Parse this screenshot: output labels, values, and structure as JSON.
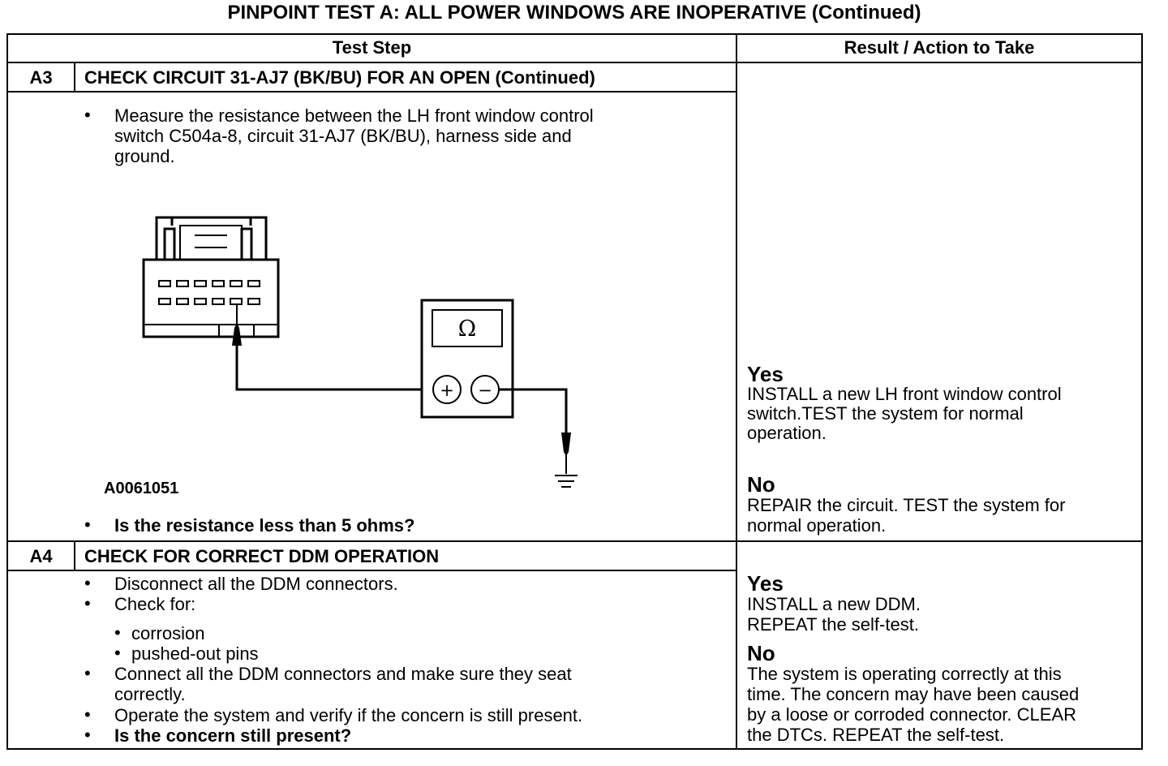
{
  "title": "PINPOINT TEST  A: ALL POWER WINDOWS ARE INOPERATIVE (Continued)",
  "table": {
    "header_step": "Test Step",
    "header_result": "Result / Action to Take"
  },
  "steps": [
    {
      "id": "A3",
      "heading": "CHECK CIRCUIT 31-AJ7 (BK/BU) FOR AN OPEN (Continued)",
      "instruction_lines": [
        "Measure the resistance between the LH front window control",
        "switch C504a-8, circuit 31-AJ7 (BK/BU), harness side and",
        "ground."
      ],
      "figure_id": "A0061051",
      "meter_symbol": "Ω",
      "meter_plus": "+",
      "meter_minus": "−",
      "question": "Is the resistance less than 5 ohms?",
      "yes_label": "Yes",
      "yes_lines": [
        "INSTALL a new LH front window control",
        "switch.TEST the system for normal",
        "operation."
      ],
      "no_label": "No",
      "no_lines": [
        "REPAIR the circuit. TEST the system for",
        "normal operation."
      ]
    },
    {
      "id": "A4",
      "heading": "CHECK FOR CORRECT DDM OPERATION",
      "bullet1": "Disconnect all the DDM connectors.",
      "bullet2": "Check for:",
      "sub1": "corrosion",
      "sub2": "pushed-out pins",
      "bullet3_lines": [
        "Connect all the DDM connectors and make sure they seat",
        "correctly."
      ],
      "bullet4": "Operate the system and verify if the concern is still present.",
      "question": "Is the concern still present?",
      "yes_label": "Yes",
      "yes_lines": [
        "INSTALL a new DDM.",
        "REPEAT the self-test."
      ],
      "no_label": "No",
      "no_lines": [
        "The system is operating correctly at this",
        "time. The concern may have been caused",
        "by a loose or corroded connector. CLEAR",
        "the DTCs. REPEAT the self-test."
      ]
    }
  ]
}
